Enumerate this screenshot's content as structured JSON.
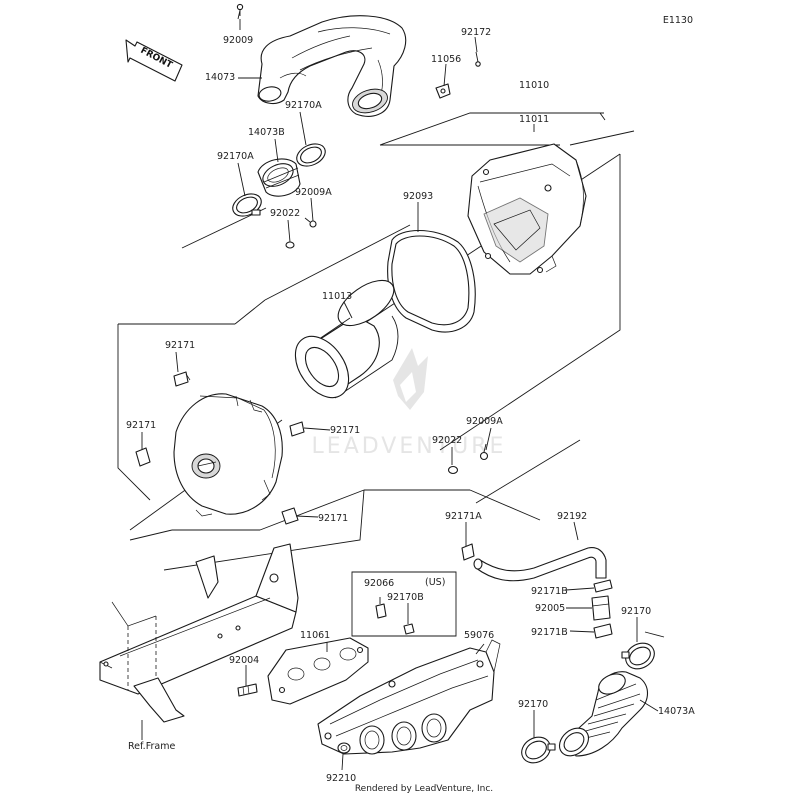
{
  "diagram_code": "E1130",
  "front_label": "FRONT",
  "us_note": "(US)",
  "ref_frame_label": "Ref.Frame",
  "watermark_text": "LEADVENTURE",
  "footer_text": "Rendered by LeadVenture, Inc.",
  "part_labels": {
    "p92009_top": "92009",
    "p14073": "14073",
    "p92172": "92172",
    "p11056": "11056",
    "p11010": "11010",
    "p11011": "11011",
    "p92170A_top": "92170A",
    "p14073B": "14073B",
    "p92170A_left": "92170A",
    "p92009A_top": "92009A",
    "p92022_top": "92022",
    "p92093": "92093",
    "p11013": "11013",
    "p92171_a": "92171",
    "p92171_b": "92171",
    "p92171_c": "92171",
    "p92171_d": "92171",
    "p92009A_right": "92009A",
    "p92022_right": "92022",
    "p92171A": "92171A",
    "p92192": "92192",
    "p92066": "92066",
    "p92170B": "92170B",
    "p92171B_top": "92171B",
    "p92005": "92005",
    "p92170_right": "92170",
    "p92171B_bottom": "92171B",
    "p11061": "11061",
    "p59076": "59076",
    "p92004": "92004",
    "p92170_bottom": "92170",
    "p14073A": "14073A",
    "p92210": "92210"
  }
}
